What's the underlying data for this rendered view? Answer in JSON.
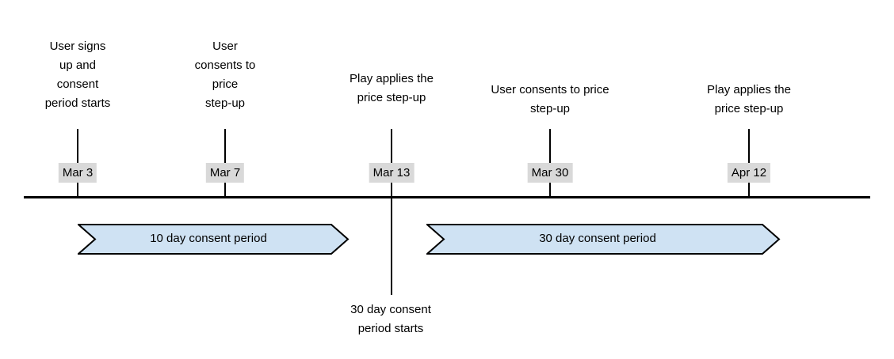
{
  "timeline": {
    "events": [
      {
        "date": "Mar 3",
        "label": "User signs\nup and\nconsent\nperiod starts"
      },
      {
        "date": "Mar 7",
        "label": "User\nconsents to\nprice\nstep-up"
      },
      {
        "date": "Mar 13",
        "label": "Play applies the\nprice step-up",
        "note_below": "30 day consent\nperiod starts"
      },
      {
        "date": "Mar 30",
        "label": "User consents to price\nstep-up"
      },
      {
        "date": "Apr 12",
        "label": "Play applies the\nprice step-up"
      }
    ],
    "periods": [
      {
        "label": "10 day consent period"
      },
      {
        "label": "30 day consent period"
      }
    ]
  },
  "colors": {
    "background": "#ffffff",
    "text": "#000000",
    "line": "#000000",
    "arrow_fill": "#cfe2f3",
    "arrow_border": "#000000",
    "date_badge_bg": "#d9d9d9"
  }
}
